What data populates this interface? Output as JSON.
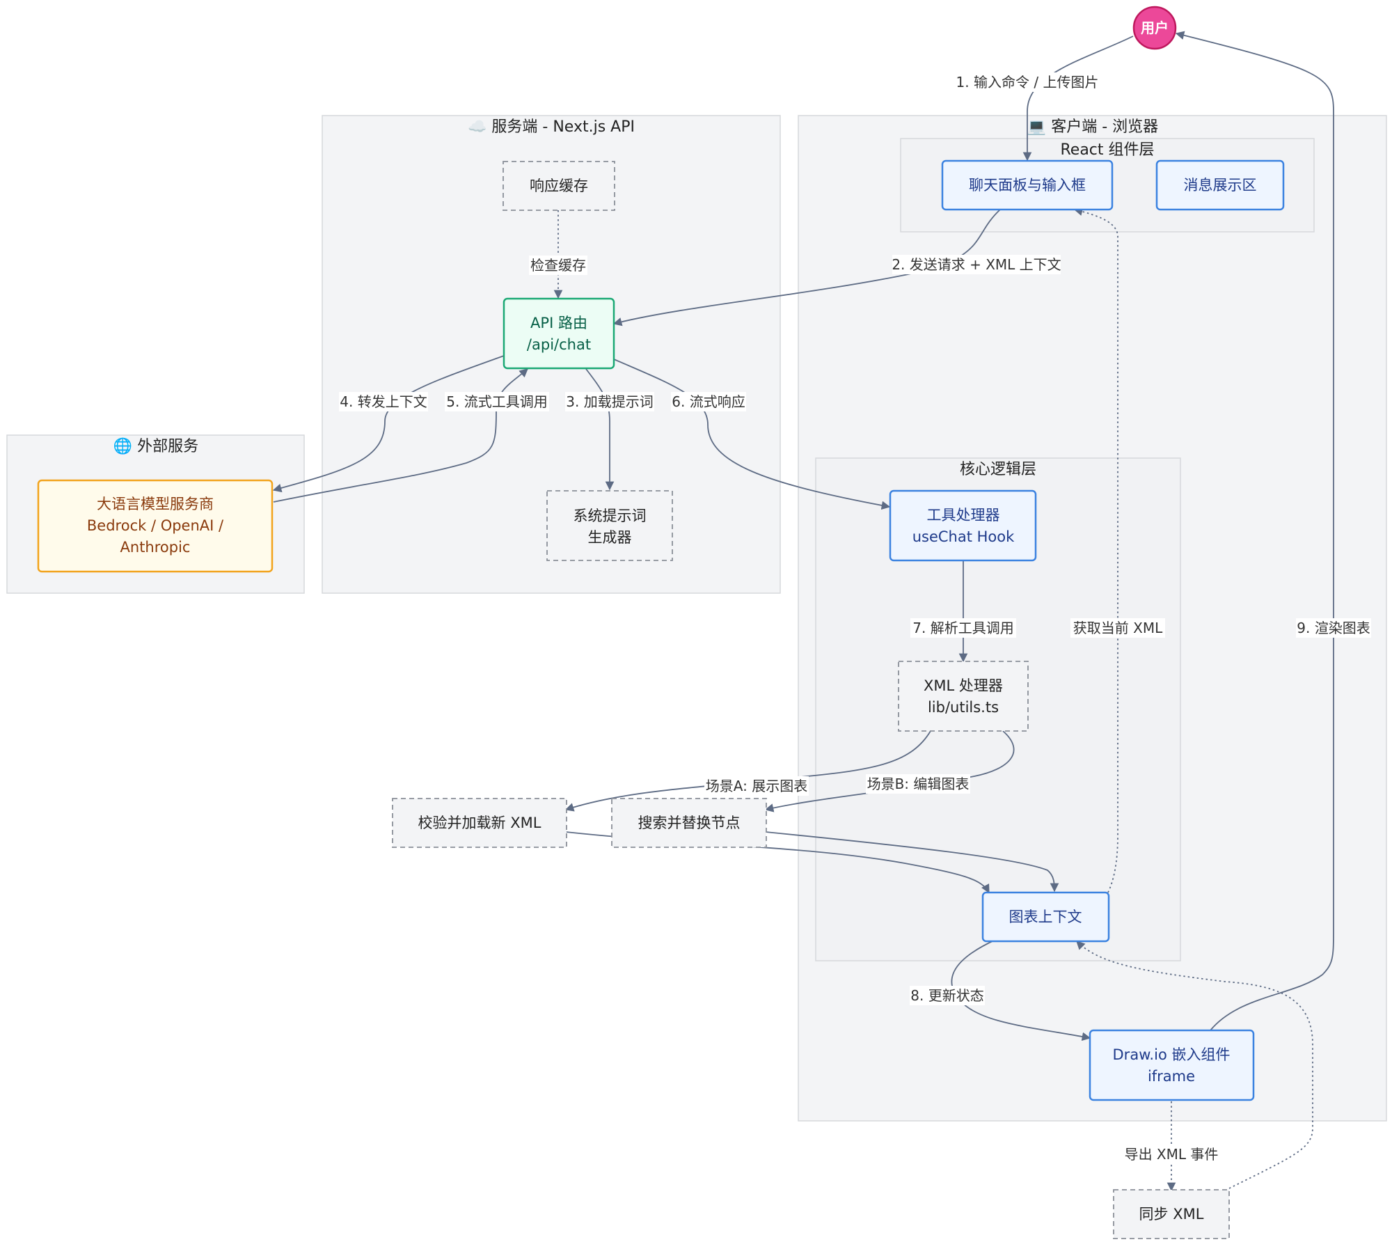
{
  "groups": {
    "server": "☁️ 服务端 - Next.js API",
    "client": "💻 客户端 - 浏览器",
    "react_layer": "React 组件层",
    "core_layer": "核心逻辑层",
    "external": "🌐 外部服务"
  },
  "nodes": {
    "user": "用户",
    "chat_panel": "聊天面板与输入框",
    "message_area": "消息展示区",
    "response_cache": "响应缓存",
    "api_route": [
      "API 路由",
      "/api/chat"
    ],
    "llm_provider": [
      "大语言模型服务商",
      "Bedrock / OpenAI /",
      "Anthropic"
    ],
    "system_prompt": [
      "系统提示词",
      "生成器"
    ],
    "tool_handler": [
      "工具处理器",
      "useChat Hook"
    ],
    "xml_processor": [
      "XML 处理器",
      "lib/utils.ts"
    ],
    "validate_load": "校验并加载新 XML",
    "search_replace": "搜索并替换节点",
    "diagram_context": "图表上下文",
    "drawio_embed": [
      "Draw.io 嵌入组件",
      "iframe"
    ],
    "sync_xml": "同步 XML"
  },
  "edges": {
    "e1": "1. 输入命令 / 上传图片",
    "e2": "2. 发送请求 + XML 上下文",
    "check_cache": "检查缓存",
    "e3": "3. 加载提示词",
    "e4": "4. 转发上下文",
    "e5": "5. 流式工具调用",
    "e6": "6. 流式响应",
    "e7": "7. 解析工具调用",
    "scene_a": "场景A: 展示图表",
    "scene_b": "场景B: 编辑图表",
    "get_xml": "获取当前 XML",
    "e8": "8. 更新状态",
    "e9": "9. 渲染图表",
    "export_event": "导出 XML 事件"
  },
  "colors": {
    "blue_node": "#3b82e0",
    "green_node": "#1aa874",
    "amber_node": "#f2a31c",
    "user_node": "#ec4899",
    "edge": "#5d6b84"
  }
}
